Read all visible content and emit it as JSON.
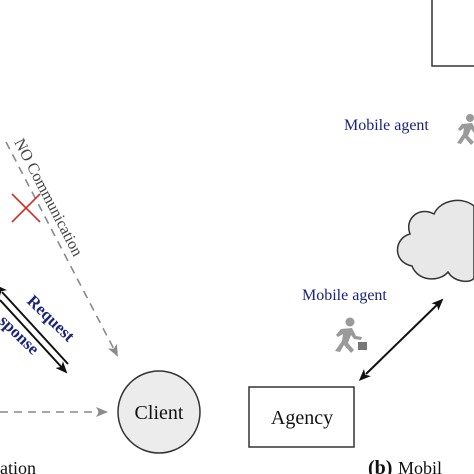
{
  "labels": {
    "no_communication": "NO Communication",
    "request": "Request",
    "response": "sponse",
    "client": "Client",
    "agency": "Agency",
    "mobile_agent_top": "Mobile agent",
    "mobile_agent_mid": "Mobile agent",
    "caption_left": "ation",
    "caption_right_letter": "(b)",
    "caption_right_text": "Mobil"
  },
  "colors": {
    "line": "#222222",
    "dashed": "#8a8a8a",
    "blue_text": "#1a237e",
    "cross": "#d32f2f",
    "cloud_fill": "#e8e8e8",
    "client_fill": "#ececec",
    "icon_fill": "#9a9a9a"
  },
  "icons": [
    "running-agent-icon",
    "cloud-icon"
  ]
}
